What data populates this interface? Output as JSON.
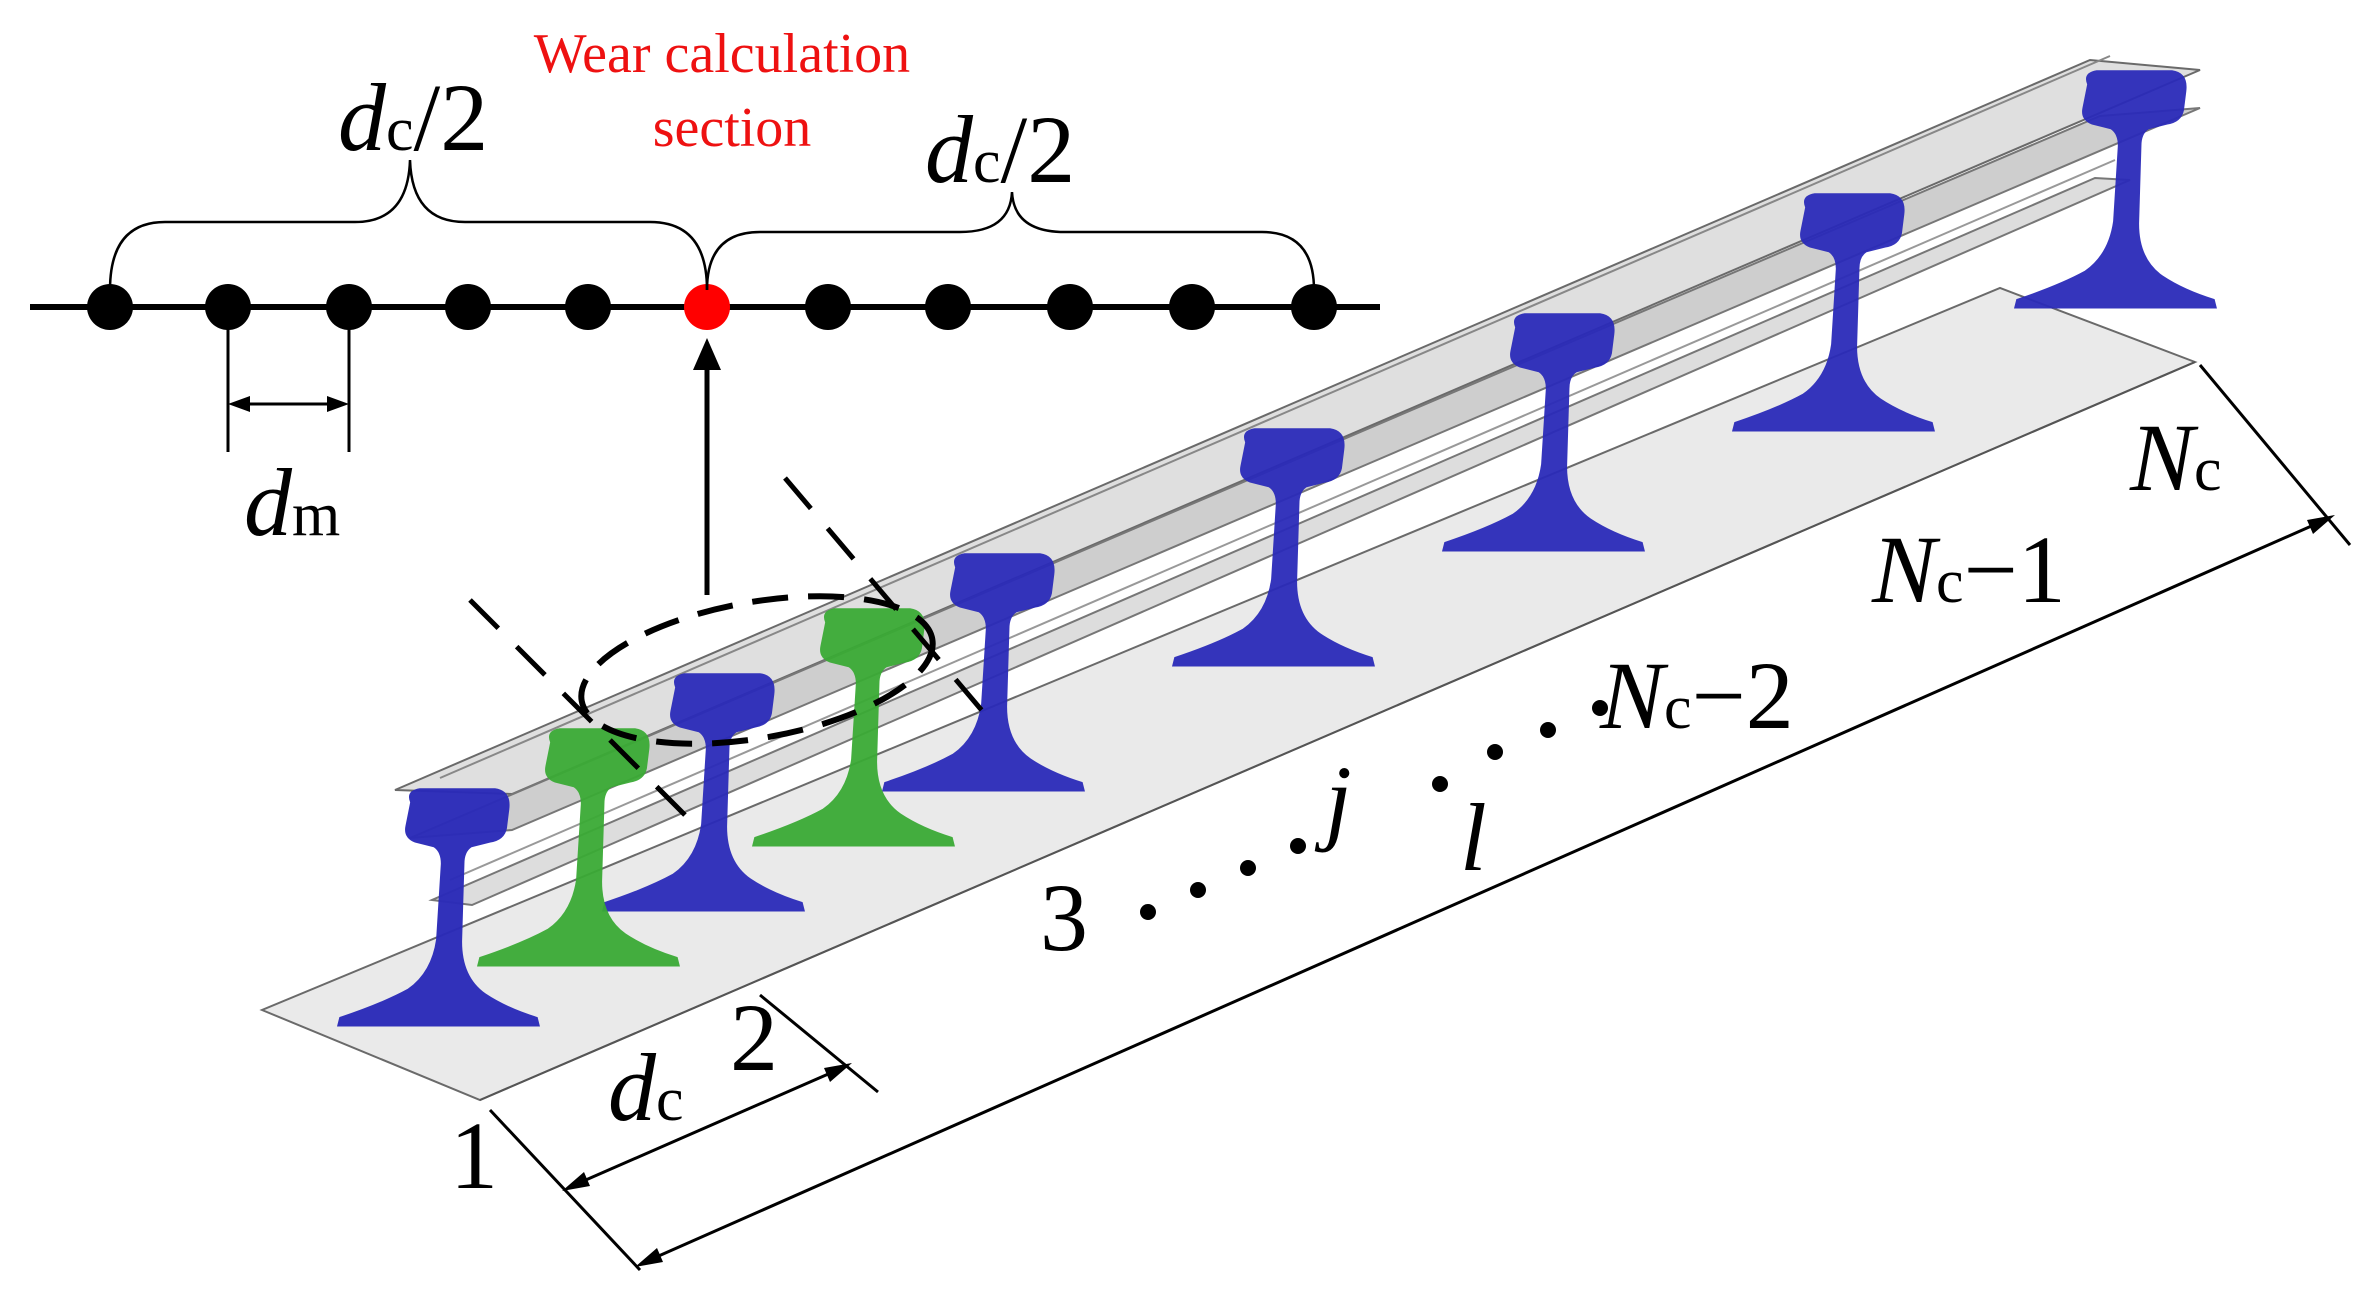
{
  "diagram": {
    "wear_section_label": [
      "Wear calculation",
      "section"
    ],
    "dc_half_left": {
      "d": "d",
      "sub": "c",
      "rest": "/2"
    },
    "dc_half_right": {
      "d": "d",
      "sub": "c",
      "rest": "/2"
    },
    "dm_label": {
      "d": "d",
      "sub": "m"
    },
    "dc_label": {
      "d": "d",
      "sub": "c"
    },
    "section_numbers": {
      "first": "1",
      "second": "2",
      "third": "3",
      "jth": "j",
      "n_minus_2": {
        "n": "N",
        "sub": "c",
        "rest": "−2"
      },
      "n_minus_1": {
        "n": "N",
        "sub": "c",
        "rest": "−1"
      },
      "n_last": {
        "n": "N",
        "sub": "c"
      }
    },
    "length_label": "l",
    "colors": {
      "rail_body": "#d9d9d9",
      "section_blue": "#2a2ab8",
      "section_green": "#3aaa35",
      "highlight_point": "#ff0000",
      "line": "#000000"
    }
  }
}
